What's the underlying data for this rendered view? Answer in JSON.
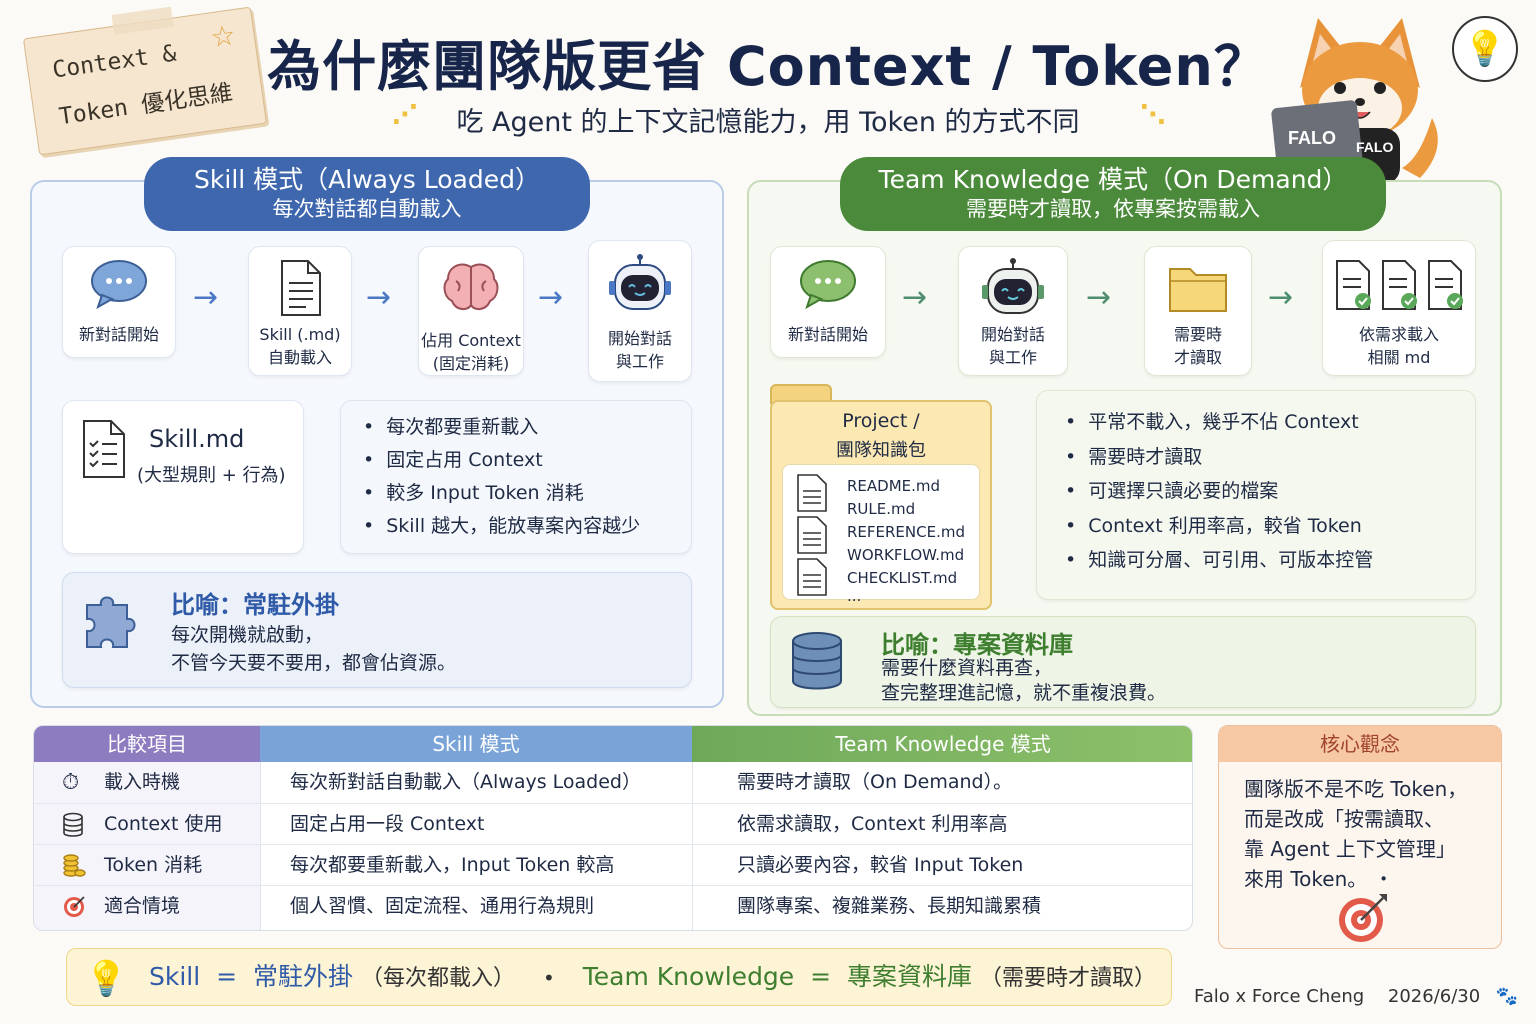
{
  "sticky_note": {
    "line1": "Context &",
    "line2": "Token 優化思維"
  },
  "header": {
    "title": "為什麼團隊版更省 Context / Token？",
    "subtitle": "吃 Agent 的上下文記憶能力，用 Token 的方式不同"
  },
  "mascot": {
    "laptop_label": "FALO",
    "shirt_label": "FALO"
  },
  "skill_mode": {
    "title": "Skill 模式（Always Loaded）",
    "subtitle": "每次對話都自動載入",
    "steps": [
      {
        "label1": "新對話開始",
        "label2": ""
      },
      {
        "label1": "Skill (.md)",
        "label2": "自動載入"
      },
      {
        "label1": "佔用 Context",
        "label2": "(固定消耗)"
      },
      {
        "label1": "開始對話",
        "label2": "與工作"
      }
    ],
    "file_title": "Skill.md",
    "file_sub": "(大型規則 + 行為)",
    "bullets": [
      "每次都要重新載入",
      "固定占用 Context",
      "較多 Input Token 消耗",
      "Skill 越大，能放專案內容越少"
    ],
    "metaphor_title": "比喻：常駐外掛",
    "metaphor_line1": "每次開機就啟動，",
    "metaphor_line2": "不管今天要不要用，都會佔資源。"
  },
  "team_mode": {
    "title": "Team Knowledge 模式（On Demand）",
    "subtitle": "需要時才讀取，依專案按需載入",
    "steps": [
      {
        "label1": "新對話開始",
        "label2": ""
      },
      {
        "label1": "開始對話",
        "label2": "與工作"
      },
      {
        "label1": "需要時",
        "label2": "才讀取"
      },
      {
        "label1": "依需求載入",
        "label2": "相關 md"
      }
    ],
    "folder_title1": "Project /",
    "folder_title2": "團隊知識包",
    "files": [
      "README.md",
      "RULE.md",
      "REFERENCE.md",
      "WORKFLOW.md",
      "CHECKLIST.md",
      "..."
    ],
    "bullets": [
      "平常不載入，幾乎不佔 Context",
      "需要時才讀取",
      "可選擇只讀必要的檔案",
      "Context 利用率高，較省 Token",
      "知識可分層、可引用、可版本控管"
    ],
    "metaphor_title": "比喻：專案資料庫",
    "metaphor_line1": "需要什麼資料再查，",
    "metaphor_line2": "查完整理進記憶，就不重複浪費。"
  },
  "table": {
    "headers": [
      "比較項目",
      "Skill 模式",
      "Team Knowledge 模式"
    ],
    "rows": [
      {
        "icon": "clock-icon",
        "item": "載入時機",
        "skill": "每次新對話自動載入（Always Loaded）",
        "team": "需要時才讀取（On Demand）。"
      },
      {
        "icon": "database-icon",
        "item": "Context 使用",
        "skill": "固定占用一段 Context",
        "team": "依需求讀取，Context 利用率高"
      },
      {
        "icon": "coins-icon",
        "item": "Token 消耗",
        "skill": "每次都要重新載入，Input Token 較高",
        "team": "只讀必要內容，較省 Input Token"
      },
      {
        "icon": "target-icon",
        "item": "適合情境",
        "skill": "個人習慣、固定流程、通用行為規則",
        "team": "團隊專案、複雜業務、長期知識累積"
      }
    ],
    "colors": {
      "col0": "#8e7cc0",
      "col1": "#7aa3d8",
      "col2": "#7eb05e"
    }
  },
  "core": {
    "title": "核心觀念",
    "lines": [
      "團隊版不是不吃 Token，",
      "而是改成「按需讀取、",
      "靠 Agent 上下文管理」",
      "來用 Token。 ・"
    ]
  },
  "bottom": {
    "skill": "Skill",
    "eq": "=",
    "skill_value": "常駐外掛",
    "skill_note": "（每次都載入）",
    "dot": "•",
    "team": "Team Knowledge",
    "team_value": "專案資料庫",
    "team_note": "（需要時才讀取）"
  },
  "footer": {
    "credit": "Falo x Force Cheng",
    "date": "2026/6/30"
  }
}
